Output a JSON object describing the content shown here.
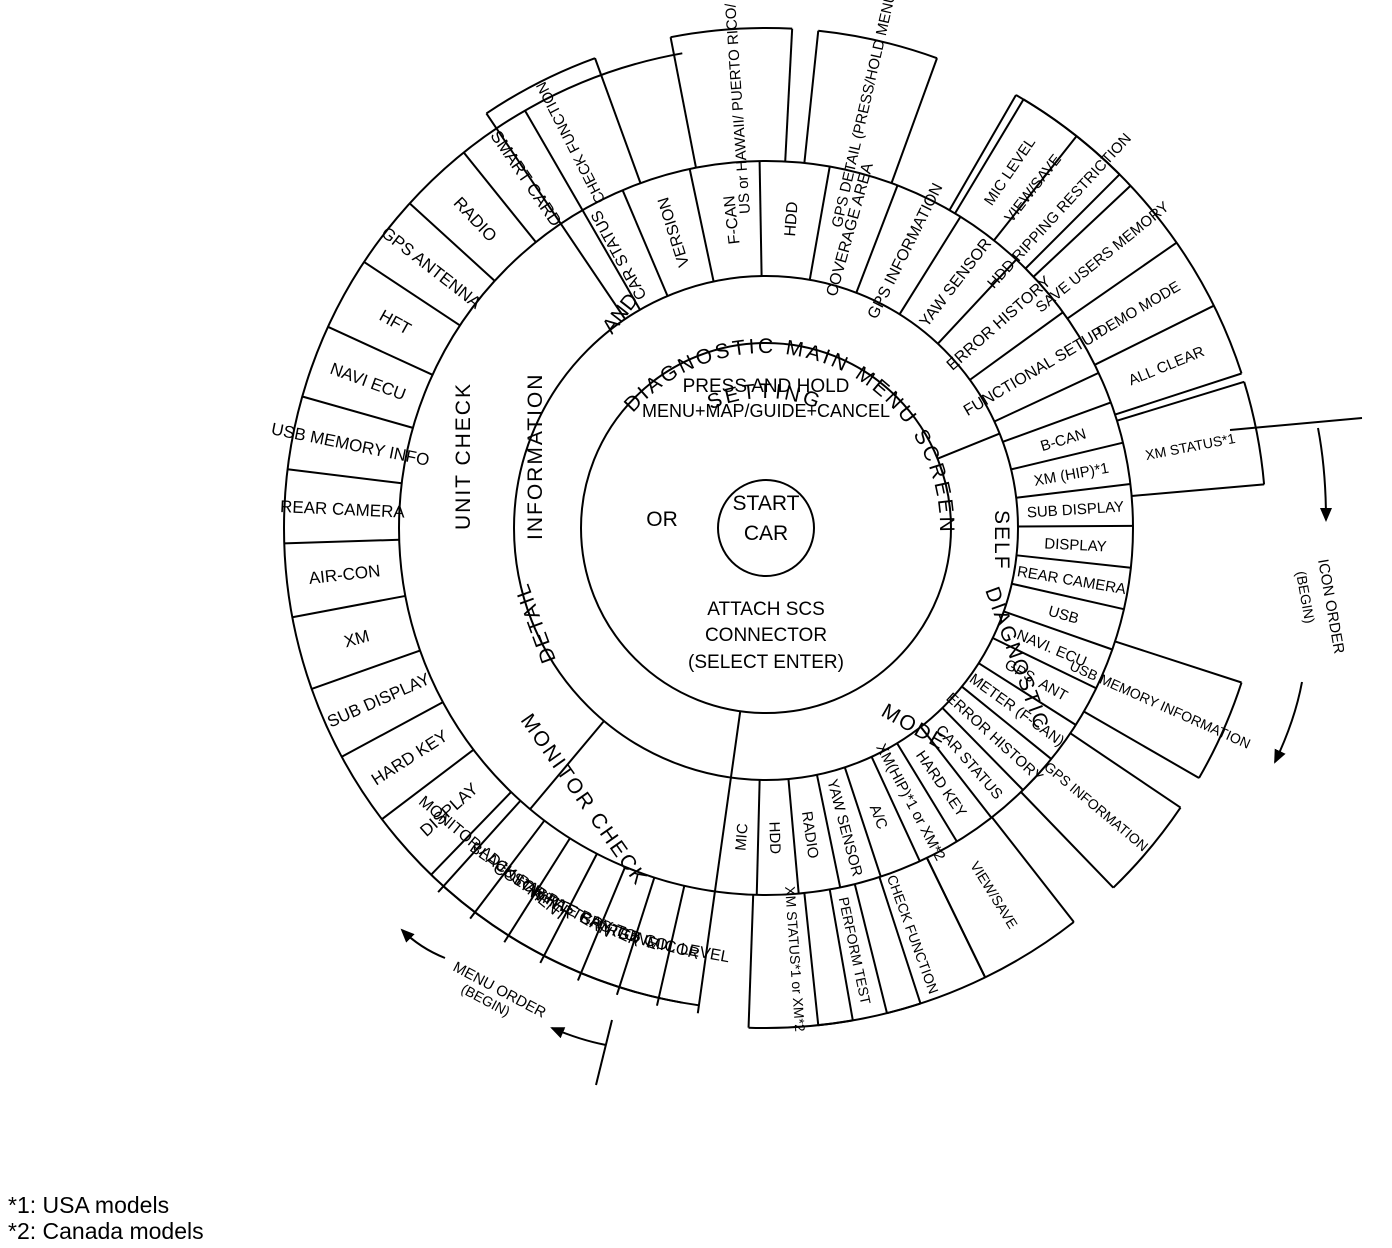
{
  "center": {
    "press_hold": [
      "PRESS AND HOLD",
      "MENU+MAP/GUIDE+CANCEL"
    ],
    "or": "OR",
    "start_car": [
      "START",
      "CAR"
    ],
    "attach": [
      "ATTACH SCS",
      "CONNECTOR",
      "(SELECT ENTER)"
    ]
  },
  "ring_labels": {
    "arc_top": "SETTING",
    "arc_and": "AND",
    "arc_diag": "DIAGNOSTIC MAIN MENU SCREEN",
    "information": "INFORMATION",
    "detail": "DETAIL",
    "self": "SELF",
    "diagnostic": "DIAGNOSTIC",
    "mode": "MODE",
    "unit_check": "UNIT CHECK",
    "monitor_check": "MONITOR CHECK"
  },
  "setting_items": [
    "CAR STATUS",
    "VERSION",
    "F-CAN",
    "HDD",
    "COVERAGE AREA",
    "GPS INFORMATION",
    "YAW SENSOR",
    "ERROR HISTORY",
    "FUNCTIONAL SETUP"
  ],
  "setting_sub": [
    "CHECK FUNCTION",
    "US or HAWAII/ PUERTO RICO/ AK",
    "GPS DETAIL (PRESS/HOLD MENU)",
    "VIEW/SAVE"
  ],
  "functional_setup_items": [
    "MIC LEVEL",
    "HDD RIPPING RESTRICTION",
    "SAVE USERS MEMORY",
    "DEMO MODE",
    "ALL CLEAR"
  ],
  "self_diag_items": [
    "B-CAN",
    "XM (HIP)*1",
    "SUB DISPLAY",
    "DISPLAY",
    "REAR CAMERA",
    "USB",
    "NAVI. ECU",
    "GPS. ANT",
    "METER (F-CAN)",
    "ERROR HISTORY",
    "CAR STATUS",
    "HARD KEY",
    "XM(HIP)*1 or XM*2",
    "A/C",
    "YAW SENSOR",
    "RADIO",
    "HDD",
    "MIC"
  ],
  "self_diag_sub": [
    "XM STATUS*1",
    "USB MEMORY INFORMATION",
    "GPS INFORMATION",
    "VIEW/SAVE",
    "CHECK FUNCTION",
    "PERFORM TEST",
    "XM STATUS*1 or XM*2"
  ],
  "unit_check_items": [
    "SMART CARD",
    "RADIO",
    "GPS ANTENNA",
    "HFT",
    "NAVI ECU",
    "USB MEMORY INFO",
    "REAR CAMERA",
    "AIR-CON",
    "XM",
    "SUB DISPLAY",
    "HARD KEY",
    "DISPLAY"
  ],
  "monitor_check_items": [
    "MONITOR ADJUSTMENT",
    "BLACK RASTER",
    "COLOR PATTERN",
    "WHITE RASTER",
    "GRY TONE",
    "RGB COLOR",
    "MIC LEVEL"
  ],
  "order_labels": {
    "icon_order": [
      "ICON ORDER",
      "(BEGIN)"
    ],
    "menu_order": [
      "MENU ORDER",
      "(BEGIN)"
    ]
  },
  "footnotes": [
    "*1: USA models",
    "*2: Canada models"
  ]
}
